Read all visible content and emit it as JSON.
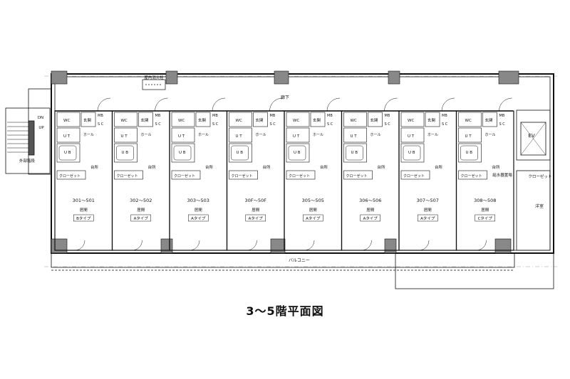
{
  "title": "3～5階平面図",
  "corridor_label": "廊下",
  "balcony_label": "バルコニー",
  "fire_hydrant_label": "屋内消火栓",
  "outer_stair_label": "外部階段",
  "dn_label": "DN",
  "up_label": "UP",
  "ev_label": "EV",
  "water_heater_label": "給水器置場",
  "closet_label": "クローゼット",
  "western_room_label": "洋室",
  "unit_labels": {
    "wc": "WC",
    "entrance": "玄関",
    "mb": "MB",
    "sc": "S C",
    "hall": "ホール",
    "ut": "U T",
    "ub": "U B",
    "kitchen": "台所",
    "closet": "クローゼット",
    "living": "居間"
  },
  "units": [
    {
      "number": "301～501",
      "type": "Bタイプ"
    },
    {
      "number": "302～502",
      "type": "Aタイプ"
    },
    {
      "number": "303～503",
      "type": "Aタイプ"
    },
    {
      "number": "30F～50F",
      "type": "Aタイプ"
    },
    {
      "number": "305～505",
      "type": "Aタイプ"
    },
    {
      "number": "306～506",
      "type": "Aタイプ"
    },
    {
      "number": "307～507",
      "type": "Aタイプ"
    },
    {
      "number": "308～508",
      "type": "Cタイプ"
    }
  ]
}
